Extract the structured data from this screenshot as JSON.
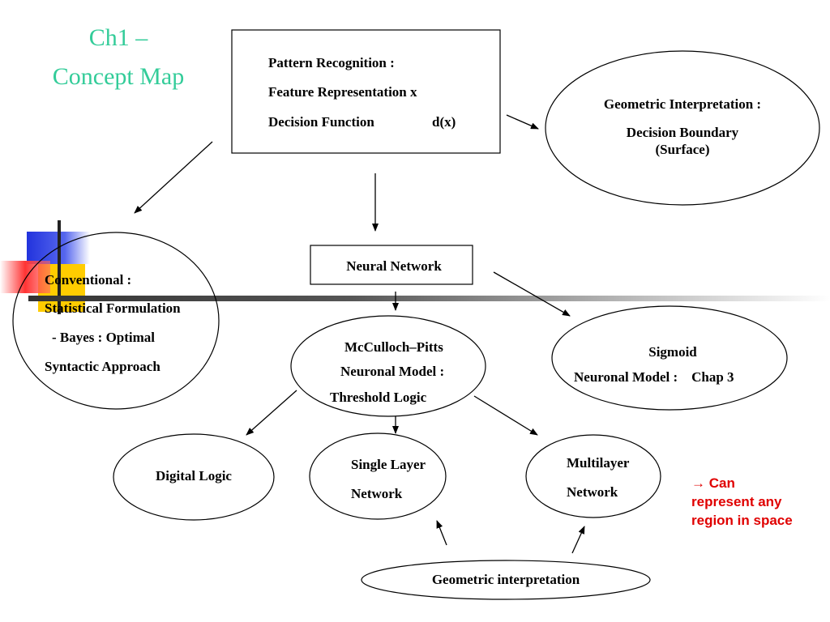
{
  "title": {
    "line1": "Ch1 –",
    "line2": "Concept Map"
  },
  "pattern_box": {
    "line1": "Pattern Recognition :",
    "line2": "Feature Representation  x",
    "line3_left": "Decision Function",
    "line3_right": "d(x)"
  },
  "geometric_top": {
    "line1": "Geometric Interpretation :",
    "line2": "Decision Boundary",
    "line3": "(Surface)"
  },
  "conventional": {
    "line1": "Conventional :",
    "line2": "Statistical Formulation",
    "line3": "- Bayes : Optimal",
    "line4": "Syntactic Approach"
  },
  "neural_network": {
    "label": "Neural Network"
  },
  "mcculloch": {
    "line1": "McCulloch–Pitts",
    "line2": "Neuronal Model :",
    "line3": "Threshold Logic"
  },
  "sigmoid": {
    "line1": "Sigmoid",
    "line2": "Neuronal Model :    Chap 3"
  },
  "digital_logic": {
    "label": "Digital Logic"
  },
  "single_layer": {
    "line1": "Single Layer",
    "line2": "Network"
  },
  "multilayer": {
    "line1": "Multilayer",
    "line2": "Network"
  },
  "note": {
    "line1": "→ Can",
    "line2": "represent any",
    "line3": "region in space"
  },
  "geometric_bottom": {
    "label": "Geometric interpretation"
  },
  "colors": {
    "title": "#33cc99",
    "note": "#e00000",
    "accent_blue": "#3344dd",
    "accent_yellow": "#ffcc00",
    "accent_red": "#ff4444"
  }
}
